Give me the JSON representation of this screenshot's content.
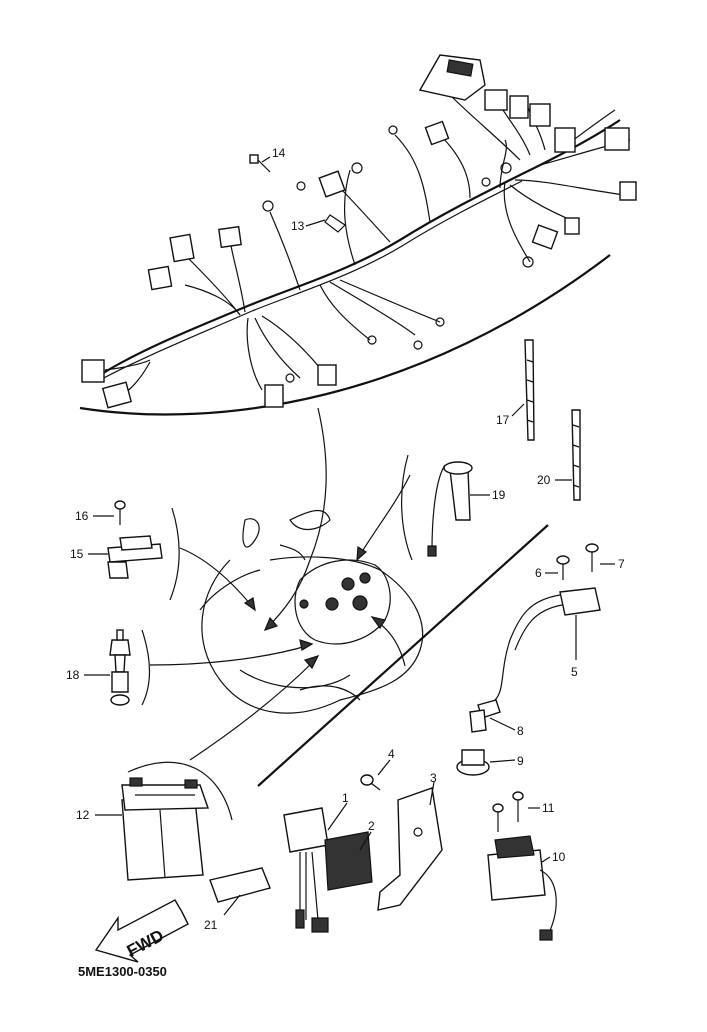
{
  "diagram": {
    "drawing_code": "5ME1300-0350",
    "direction_badge": "FWD",
    "callouts": {
      "p1": "1",
      "p2": "2",
      "p3": "3",
      "p4": "4",
      "p5": "5",
      "p6": "6",
      "p7": "7",
      "p8": "8",
      "p9": "9",
      "p10": "10",
      "p11": "11",
      "p12": "12",
      "p13": "13",
      "p14": "14",
      "p15": "15",
      "p16": "16",
      "p17": "17",
      "p18": "18",
      "p19": "19",
      "p20": "20",
      "p21": "21"
    }
  }
}
